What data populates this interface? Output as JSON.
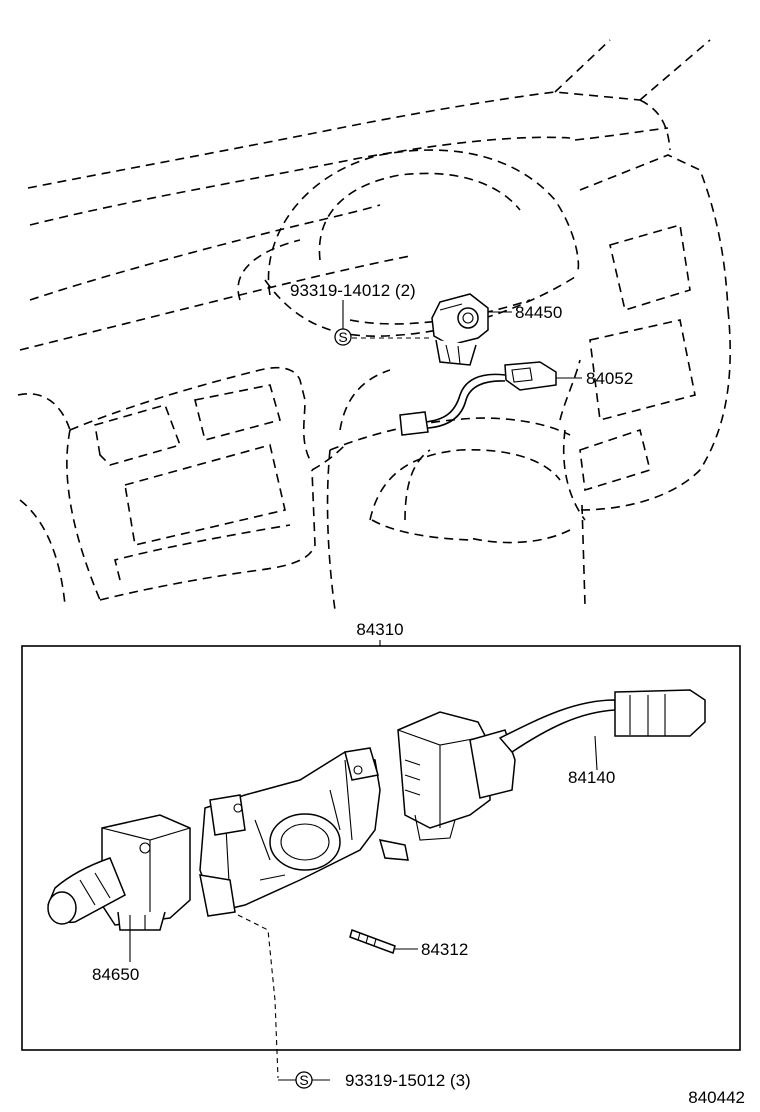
{
  "labels": {
    "screw_top": "93319-14012 (2)",
    "ignition_switch": "84450",
    "wire_harness": "84052",
    "combo_switch_assy": "84310",
    "wiper_switch": "84140",
    "pin": "84312",
    "headlight_switch": "84650",
    "screw_bottom": "93319-15012 (3)",
    "diagram_number": "840442"
  },
  "symbols": {
    "screw_marker": "S"
  }
}
